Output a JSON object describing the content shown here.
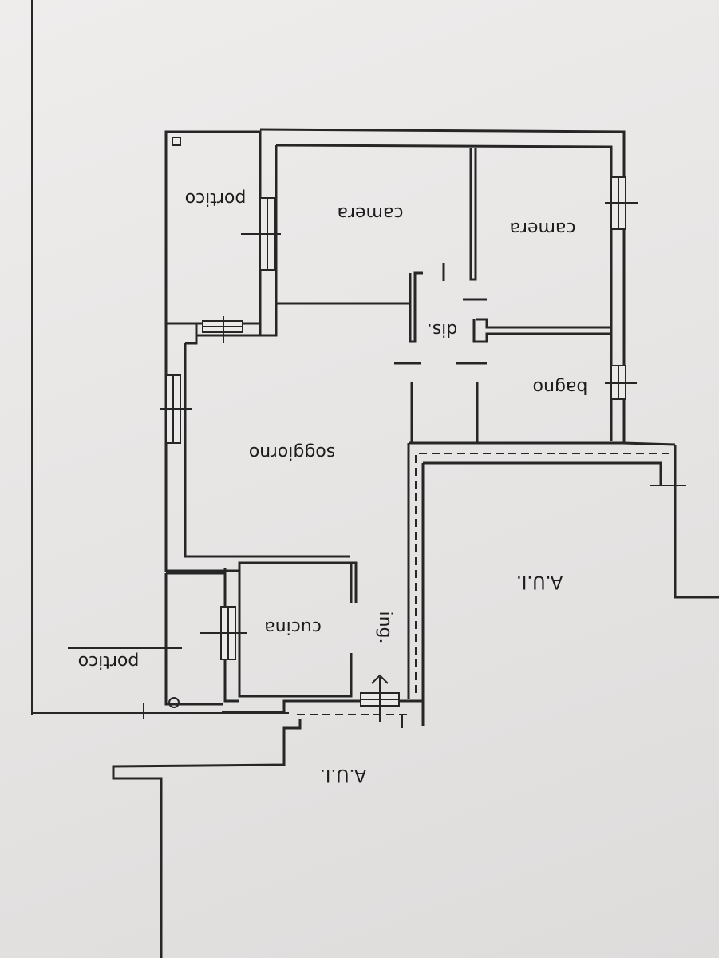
{
  "plan": {
    "rooms": {
      "portico_top": "portico",
      "camera_left": "camera",
      "camera_right": "camera",
      "dis": "dis.",
      "bagno": "bagno",
      "soggiorno": "soggiorno",
      "cucina": "cucina",
      "ing": "ing.",
      "portico_bottom": "portico",
      "aui_right": "A.U.I.",
      "aui_bottom": "A.U.I."
    }
  }
}
